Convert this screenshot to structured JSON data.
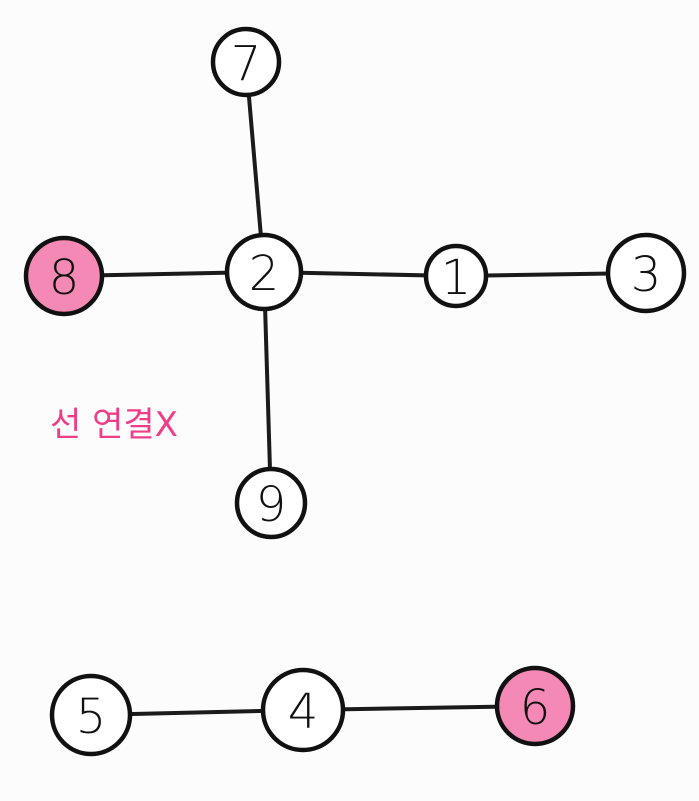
{
  "colors": {
    "background": "#fcfcfc",
    "ink": "#111111",
    "highlight_fill": "#f589b6",
    "note_color": "#ee3e87",
    "plain_fill": "#ffffff"
  },
  "nodes": [
    {
      "id": "7",
      "label": "7",
      "highlighted": false
    },
    {
      "id": "8",
      "label": "8",
      "highlighted": true
    },
    {
      "id": "2",
      "label": "2",
      "highlighted": false
    },
    {
      "id": "1",
      "label": "1",
      "highlighted": false
    },
    {
      "id": "3",
      "label": "3",
      "highlighted": false
    },
    {
      "id": "9",
      "label": "9",
      "highlighted": false
    },
    {
      "id": "5",
      "label": "5",
      "highlighted": false
    },
    {
      "id": "4",
      "label": "4",
      "highlighted": false
    },
    {
      "id": "6",
      "label": "6",
      "highlighted": true
    }
  ],
  "edges": [
    {
      "from": "7",
      "to": "2"
    },
    {
      "from": "8",
      "to": "2"
    },
    {
      "from": "2",
      "to": "1"
    },
    {
      "from": "1",
      "to": "3"
    },
    {
      "from": "2",
      "to": "9"
    },
    {
      "from": "5",
      "to": "4"
    },
    {
      "from": "4",
      "to": "6"
    }
  ],
  "note": {
    "text": "선 연결X"
  }
}
